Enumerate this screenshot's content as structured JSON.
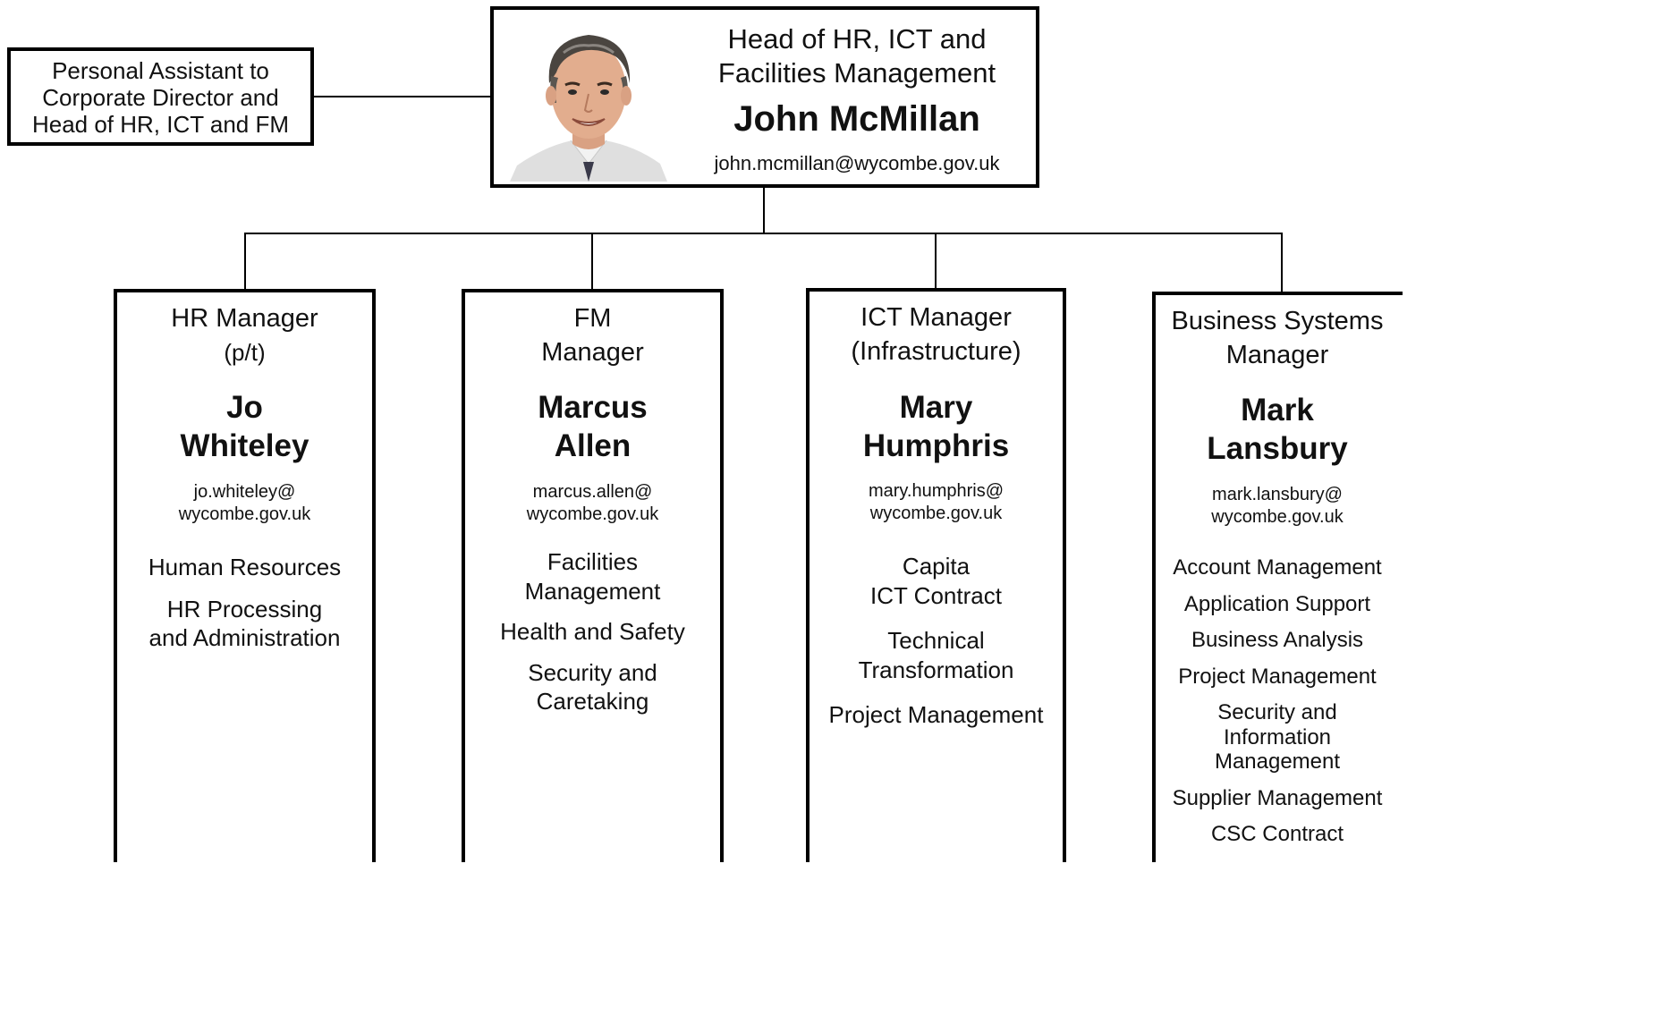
{
  "assistant": {
    "lines": [
      "Personal Assistant to",
      "Corporate Director and",
      "Head of HR, ICT and FM"
    ]
  },
  "head": {
    "role_lines": [
      "Head of HR, ICT and",
      "Facilities Management"
    ],
    "name": "John McMillan",
    "email": "john.mcmillan@wycombe.gov.uk",
    "photo": "head-portrait-photo"
  },
  "managers": [
    {
      "role_lines": [
        "HR Manager",
        "(p/t)"
      ],
      "name_lines": [
        "Jo",
        "Whiteley"
      ],
      "email_lines": [
        "jo.whiteley@",
        "wycombe.gov.uk"
      ],
      "functions": [
        [
          "Human Resources"
        ],
        [
          "HR Processing",
          "and Administration"
        ]
      ]
    },
    {
      "role_lines": [
        "FM",
        "Manager"
      ],
      "name_lines": [
        "Marcus",
        "Allen"
      ],
      "email_lines": [
        "marcus.allen@",
        "wycombe.gov.uk"
      ],
      "functions": [
        [
          "Facilities",
          "Management"
        ],
        [
          "Health and Safety"
        ],
        [
          "Security and",
          "Caretaking"
        ]
      ]
    },
    {
      "role_lines": [
        "ICT Manager",
        "(Infrastructure)"
      ],
      "name_lines": [
        "Mary",
        "Humphris"
      ],
      "email_lines": [
        "mary.humphris@",
        "wycombe.gov.uk"
      ],
      "functions": [
        [
          "Capita",
          "ICT Contract"
        ],
        [
          "Technical",
          "Transformation"
        ],
        [
          "Project Management"
        ]
      ]
    },
    {
      "role_lines": [
        "Business Systems",
        "Manager"
      ],
      "name_lines": [
        "Mark",
        "Lansbury"
      ],
      "email_lines": [
        "mark.lansbury@",
        "wycombe.gov.uk"
      ],
      "functions": [
        [
          "Account Management"
        ],
        [
          "Application Support"
        ],
        [
          "Business Analysis"
        ],
        [
          "Project Management"
        ],
        [
          "Security and",
          "Information",
          "Management"
        ],
        [
          "Supplier Management"
        ],
        [
          "CSC Contract"
        ]
      ]
    }
  ],
  "colors": {
    "border": "#000000",
    "background": "#ffffff",
    "text": "#111111"
  }
}
